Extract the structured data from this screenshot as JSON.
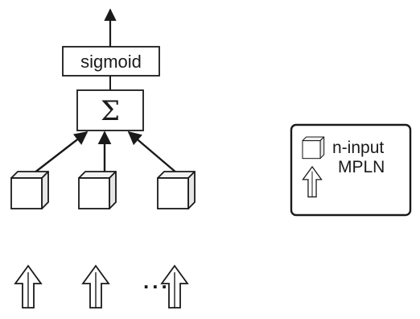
{
  "diagram": {
    "activation_label": "sigmoid",
    "sum_symbol": "Σ",
    "ellipsis": "...",
    "legend": {
      "line1": "n-input",
      "line2": "MPLN"
    },
    "colors": {
      "ink": "#1a1a1a",
      "background": "#ffffff",
      "cube_side": "#e6e6e6",
      "cube_top": "#f2f2f2"
    }
  }
}
